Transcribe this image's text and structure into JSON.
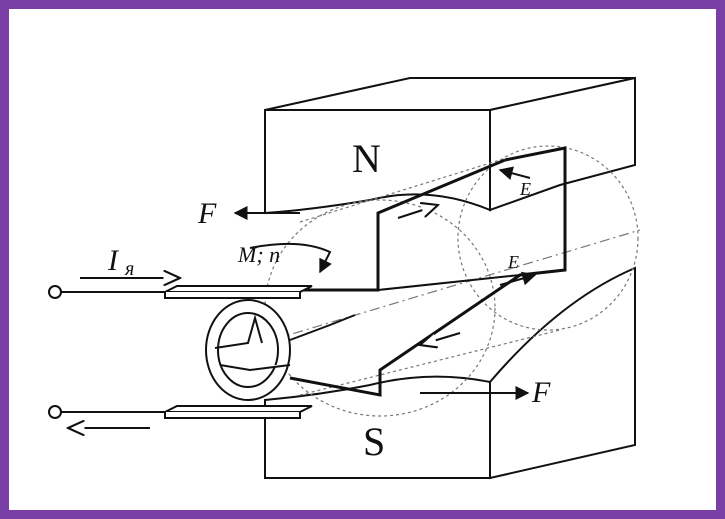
{
  "labels": {
    "north": "N",
    "south": "S",
    "force_top": "F",
    "force_bottom": "F",
    "current": "I",
    "current_sub": "я",
    "torque_speed": "M; n",
    "emf_top": "E",
    "emf_bottom": "E"
  },
  "colors": {
    "border": "#7a3fa6",
    "line": "#111111",
    "fill": "#ffffff"
  }
}
